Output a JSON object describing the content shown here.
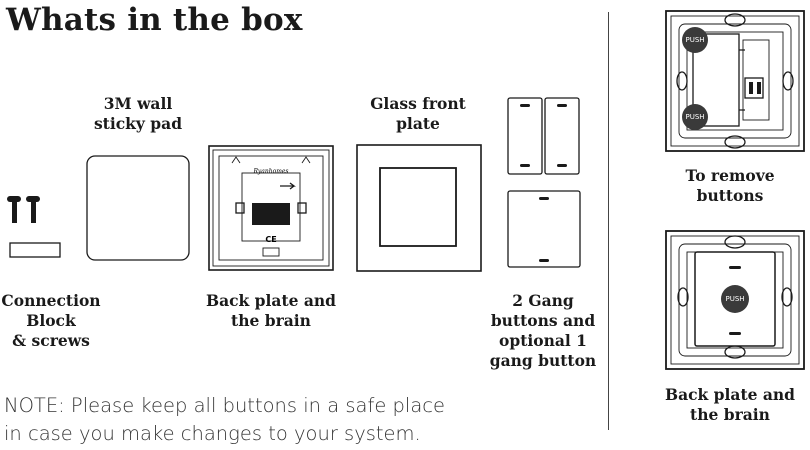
{
  "title": "Whats in the box",
  "items": {
    "sticky_pad": {
      "line1": "3M wall",
      "line2": "sticky pad"
    },
    "glass_plate": {
      "line1": "Glass front",
      "line2": "plate"
    },
    "connection": {
      "line1": "Connection",
      "line2": "Block",
      "line3": "& screws"
    },
    "back_plate": {
      "line1": "Back plate and",
      "line2": "the brain"
    },
    "buttons": {
      "line1": "2 Gang",
      "line2": "buttons and",
      "line3": "optional 1",
      "line4": "gang button"
    }
  },
  "back_plate_logo": "Ryanhomes",
  "note": {
    "line1": "NOTE: Please keep all buttons in a safe place",
    "line2": "in case you make changes to your system."
  },
  "side": {
    "push_label": "PUSH",
    "remove_caption": {
      "line1": "To remove",
      "line2": "buttons"
    },
    "brain_caption": {
      "line1": "Back plate and",
      "line2": "the brain"
    }
  }
}
